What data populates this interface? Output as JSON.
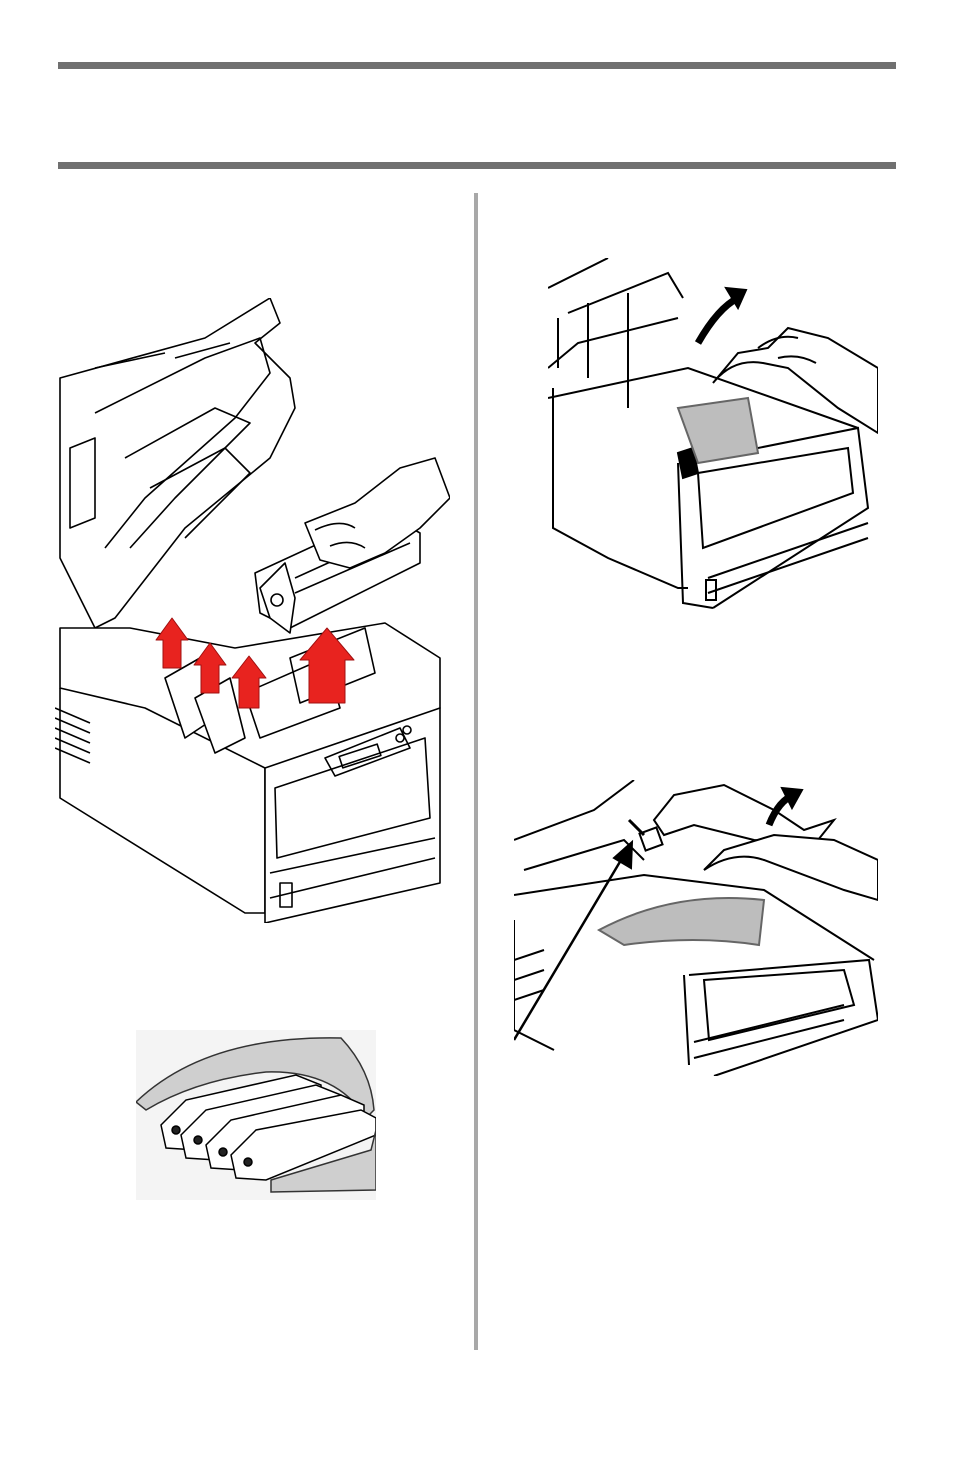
{
  "page": {
    "figures": [
      {
        "id": "printer-drum-removal",
        "icon": "printer-open-drums-arrows-illustration"
      },
      {
        "id": "drums-covered",
        "icon": "image-drums-covered-sheet-illustration"
      },
      {
        "id": "paper-jam-pull",
        "icon": "hands-pull-paper-illustration"
      },
      {
        "id": "paper-jam-lever",
        "icon": "hands-lever-paper-illustration"
      }
    ],
    "colors": {
      "rule": "#707070",
      "separator": "#a8a8a8",
      "arrow": "#e8231f",
      "line": "#000000"
    }
  }
}
